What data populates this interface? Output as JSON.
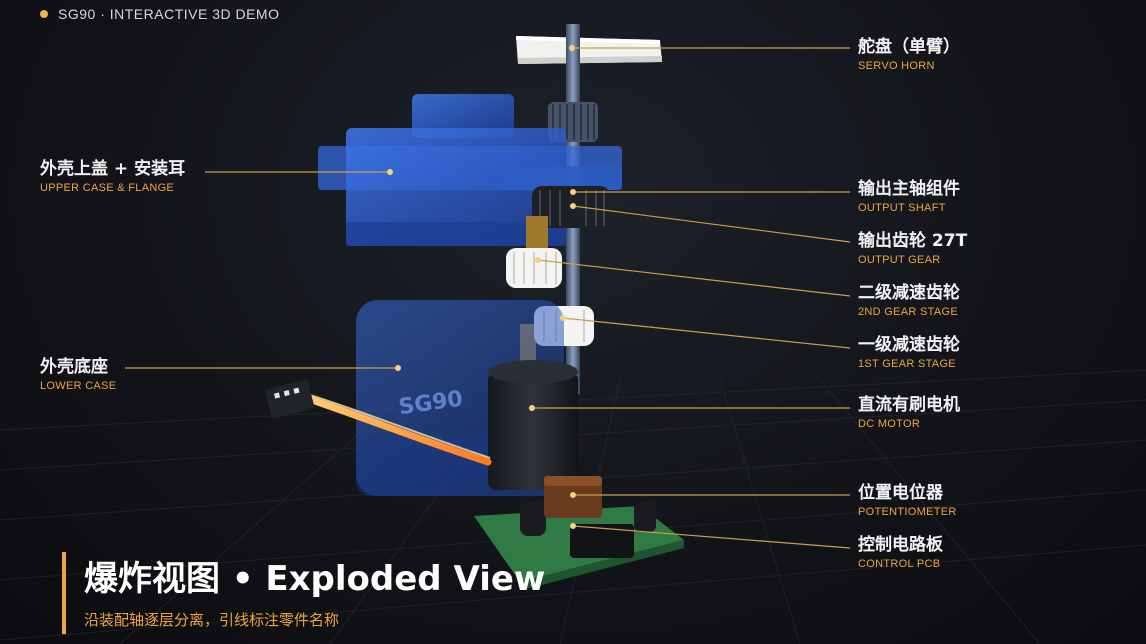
{
  "header": {
    "tag": "SG90 · INTERACTIVE 3D DEMO"
  },
  "labels": {
    "servo_horn": {
      "cn": "舵盘（单臂）",
      "en": "SERVO HORN"
    },
    "upper_case": {
      "cn": "外壳上盖 + 安装耳",
      "en": "UPPER CASE & FLANGE"
    },
    "output_shaft": {
      "cn": "输出主轴组件",
      "en": "OUTPUT SHAFT"
    },
    "output_gear": {
      "cn": "输出齿轮 27T",
      "en": "OUTPUT GEAR"
    },
    "gear_stage_2": {
      "cn": "二级减速齿轮",
      "en": "2ND GEAR STAGE"
    },
    "gear_stage_1": {
      "cn": "一级减速齿轮",
      "en": "1ST GEAR STAGE"
    },
    "lower_case": {
      "cn": "外壳底座",
      "en": "LOWER CASE"
    },
    "dc_motor": {
      "cn": "直流有刷电机",
      "en": "DC MOTOR"
    },
    "potentiometer": {
      "cn": "位置电位器",
      "en": "POTENTIOMETER"
    },
    "control_pcb": {
      "cn": "控制电路板",
      "en": "CONTROL PCB"
    }
  },
  "case_marking": "SG90",
  "footer": {
    "title": "爆炸视图 • Exploded View",
    "subtitle": "沿装配轴逐层分离，引线标注零件名称"
  },
  "colors": {
    "accent": "#f0a53c",
    "case_blue": "#2a63d6",
    "pcb_green": "#2f7a45"
  }
}
